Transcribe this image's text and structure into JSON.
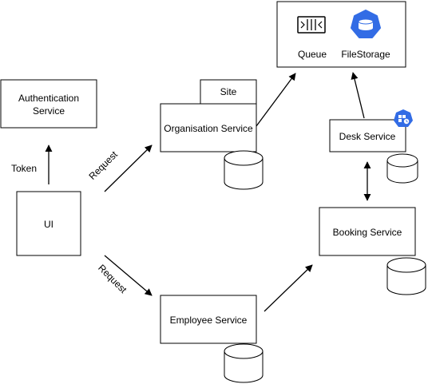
{
  "nodes": {
    "storage_group": {
      "queue_label": "Queue",
      "filestorage_label": "FileStorage"
    },
    "auth": {
      "label_line1": "Authentication",
      "label_line2": "Service"
    },
    "org_tab": {
      "label": "Site"
    },
    "org": {
      "label": "Organisation Service"
    },
    "desk": {
      "label": "Desk Service"
    },
    "ui": {
      "label": "UI"
    },
    "booking": {
      "label": "Booking Service"
    },
    "employee": {
      "label": "Employee Service"
    }
  },
  "edges": {
    "token_label": "Token",
    "request_upper_label": "Request",
    "request_lower_label": "Request"
  },
  "icons": {
    "queue": "queue-icon",
    "filestorage": "kubernetes-storage-icon",
    "desk_badge": "kubernetes-badge-icon",
    "database": "database-cylinder-icon"
  },
  "colors": {
    "stroke": "#000000",
    "background": "#ffffff",
    "k8s_blue": "#326ce5"
  }
}
